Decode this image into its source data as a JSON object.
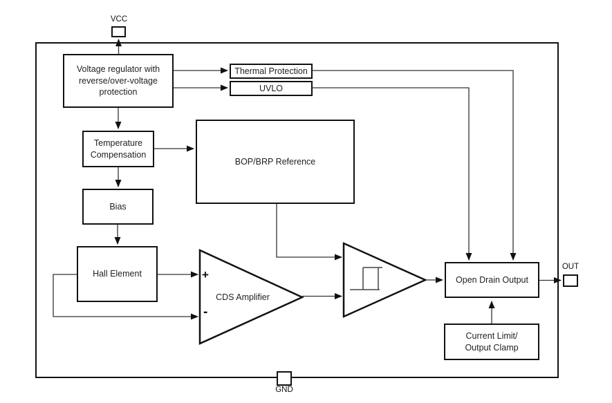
{
  "diagram": {
    "pins": {
      "vcc": {
        "label": "VCC"
      },
      "gnd": {
        "label": "GND"
      },
      "out": {
        "label": "OUT"
      }
    },
    "blocks": {
      "voltage_regulator": {
        "label": "Voltage regulator with\nreverse/over-voltage\nprotection"
      },
      "thermal_protection": {
        "label": "Thermal Protection"
      },
      "uvlo": {
        "label": "UVLO"
      },
      "temperature_compensation": {
        "label": "Temperature\nCompensation"
      },
      "bop_brp_reference": {
        "label": "BOP/BRP Reference"
      },
      "bias": {
        "label": "Bias"
      },
      "hall_element": {
        "label": "Hall Element"
      },
      "cds_amplifier": {
        "label": "CDS Amplifier",
        "plus_input": "+",
        "minus_input": "-"
      },
      "open_drain_output": {
        "label": "Open Drain Output"
      },
      "current_limit": {
        "label": "Current Limit/\nOutput Clamp"
      }
    },
    "colors": {
      "line": "#1a1a1a",
      "border": "#111111",
      "background": "#ffffff"
    }
  }
}
